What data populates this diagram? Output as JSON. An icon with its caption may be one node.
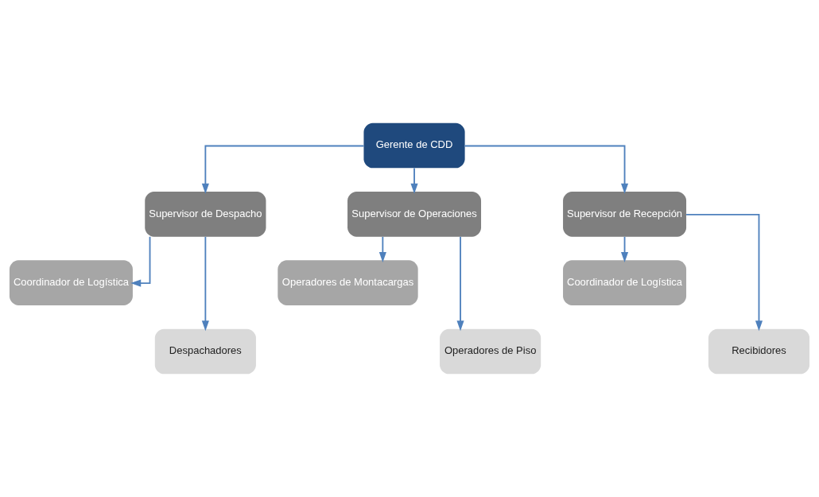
{
  "diagram": {
    "nodes": [
      {
        "text": [
          "Gerente de CDD"
        ]
      },
      {
        "text": [
          "Supervisor de Despacho"
        ]
      },
      {
        "text": [
          "Supervisor de Operaciones"
        ]
      },
      {
        "text": [
          "Supervisor de Recepción"
        ]
      },
      {
        "text": [
          "Coordinador de Logística"
        ]
      },
      {
        "text": [
          "Operadores de Montacargas"
        ]
      },
      {
        "text": [
          "Coordinador de Logística"
        ]
      },
      {
        "text": [
          "Despachadores"
        ]
      },
      {
        "text": [
          "Operadores de Piso"
        ]
      },
      {
        "text": [
          "Recibidores"
        ]
      }
    ],
    "edges": [
      {
        "from": 0,
        "to": 1,
        "arrow": "to"
      },
      {
        "from": 0,
        "to": 2,
        "arrow": "to"
      },
      {
        "from": 0,
        "to": 3,
        "arrow": "to"
      },
      {
        "from": 1,
        "to": 4,
        "arrow": "to"
      },
      {
        "from": 1,
        "to": 7,
        "arrow": "to"
      },
      {
        "from": 2,
        "to": 5,
        "arrow": "to"
      },
      {
        "from": 2,
        "to": 8,
        "arrow": "to"
      },
      {
        "from": 3,
        "to": 6,
        "arrow": "to"
      },
      {
        "from": 3,
        "to": 9,
        "arrow": "to"
      }
    ]
  }
}
